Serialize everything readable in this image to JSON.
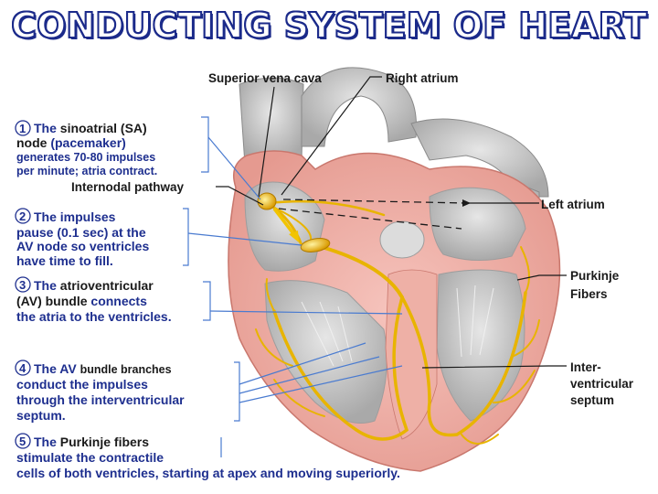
{
  "title": "CONDUCTING SYSTEM OF HEART",
  "labels": {
    "svc": "Superior vena cava",
    "ra": "Right atrium",
    "internodal": "Internodal pathway",
    "la": "Left atrium",
    "purkinje_1": "Purkinje",
    "purkinje_2": "Fibers",
    "ivs_1": "Inter-",
    "ivs_2": "ventricular",
    "ivs_3": "septum"
  },
  "steps": [
    {
      "num": "1",
      "line1_a": "The ",
      "line1_b": "sinoatrial (SA)",
      "line2_a": "node",
      "line2_b": " (pacemaker)",
      "line3": "generates 70-80 impulses",
      "line4": "per minute; atria contract."
    },
    {
      "num": "2",
      "line1": "The impulses",
      "line2": "pause (0.1 sec) at the",
      "line3": "AV node so ventricles",
      "line4": "have time to fill."
    },
    {
      "num": "3",
      "line1_a": "The ",
      "line1_b": "atrioventricular",
      "line2_a": "(AV) bundle",
      "line2_b": " connects",
      "line3": "the atria to the ventricles."
    },
    {
      "num": "4",
      "line1_a": "The AV ",
      "line1_b": "bundle branches",
      "line2": "conduct the impulses",
      "line3": "through the interventricular",
      "line4": "septum."
    },
    {
      "num": "5",
      "line1_a": "The ",
      "line1_b": "Purkinje fibers",
      "line2": "stimulate the contractile",
      "line3": "cells of both ventricles, starting at apex and moving superiorly."
    }
  ]
}
